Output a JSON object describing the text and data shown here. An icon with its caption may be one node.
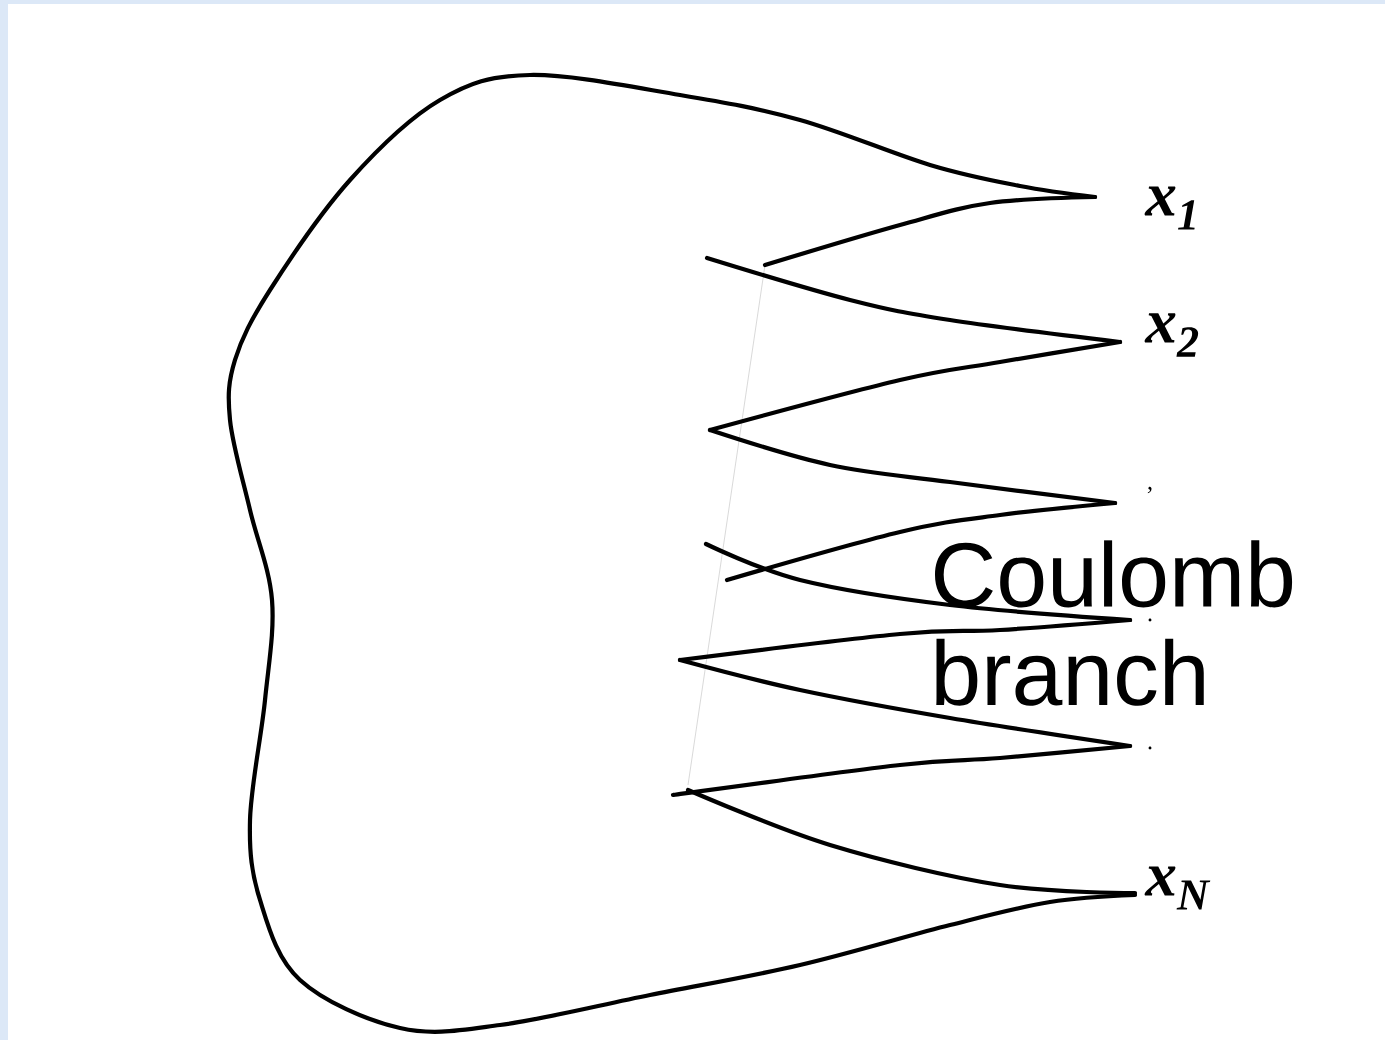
{
  "diagram": {
    "labels": [
      "x$_{1}$",
      "x$_{2}$",
      ",",
      "Coulomb branch",
      ".",
      ".",
      "x$_{N}$"
    ]
  }
}
